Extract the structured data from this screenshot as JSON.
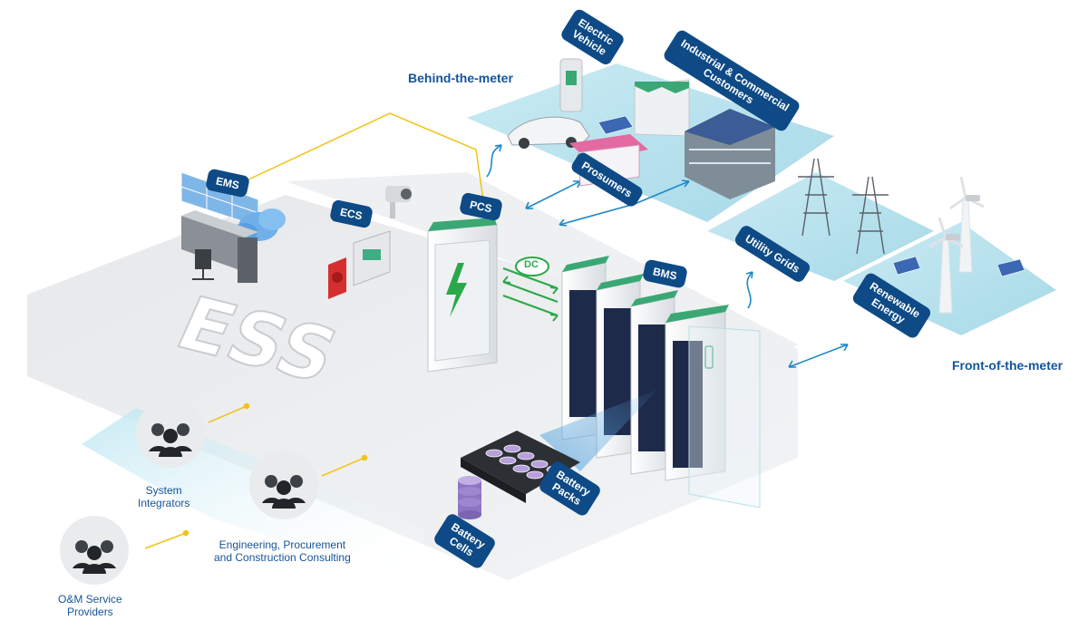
{
  "regions": {
    "behind": "Behind-the-meter",
    "front": "Front-of-the-meter"
  },
  "components": {
    "ems": "EMS",
    "ecs": "ECS",
    "pcs": "PCS",
    "bms": "BMS",
    "dc": "DC",
    "ess": "ESS",
    "battery_packs": [
      "Battery",
      "Packs"
    ],
    "battery_cells": [
      "Battery",
      "Cells"
    ]
  },
  "customers": {
    "electric_vehicle": [
      "Electric",
      "Vehicle"
    ],
    "industrial": [
      "Industrial & Commercial",
      "Customers"
    ],
    "prosumers": "Prosumers",
    "utility_grids": "Utility Grids",
    "renewable": [
      "Renewable",
      "Energy"
    ]
  },
  "stakeholders": {
    "system_integrators": [
      "System",
      "Integrators"
    ],
    "epc": [
      "Engineering, Procurement",
      "and Construction Consulting"
    ],
    "om": [
      "O&M Service",
      "Providers"
    ]
  },
  "colors": {
    "navy": "#0e4a86",
    "title_blue": "#15549a",
    "platform_teal": "#bfe6ef",
    "connector_blue": "#1e88c8",
    "dc_green": "#2aa84a",
    "link_yellow": "#f0c21a",
    "cabinet_cap_green": "#3aa874"
  },
  "icons": [
    "monitor-wall-icon",
    "cloud-icon",
    "camera-icon",
    "fire-alarm-icon",
    "lightning-icon",
    "ev-charger-icon",
    "car-icon",
    "shop-icon",
    "building-icon",
    "solar-panel-icon",
    "transmission-tower-icon",
    "wind-turbine-icon",
    "people-group-icon",
    "battery-cell-icon"
  ]
}
